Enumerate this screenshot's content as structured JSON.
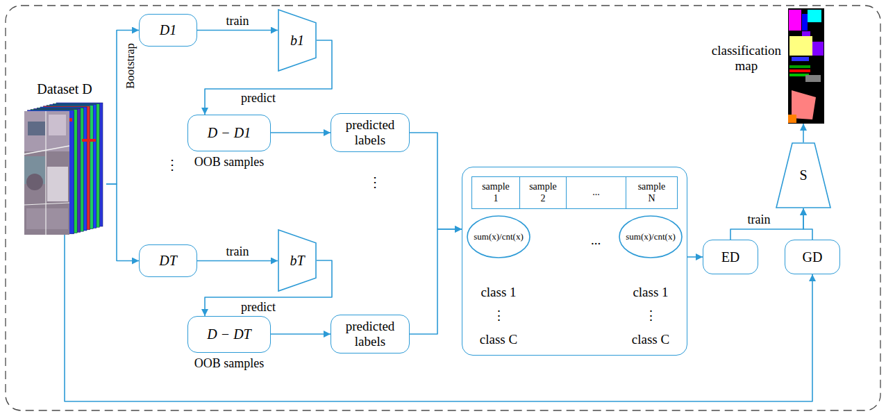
{
  "diagram": {
    "nodes": [
      {
        "text": [
          "Dataset D"
        ]
      },
      {
        "text": [
          "D1"
        ]
      },
      {
        "text": [
          "b1"
        ]
      },
      {
        "text": [
          "D − D1",
          "OOB samples"
        ]
      },
      {
        "text": [
          "predicted labels"
        ]
      },
      {
        "text": [
          "DT"
        ]
      },
      {
        "text": [
          "bT"
        ]
      },
      {
        "text": [
          "D − DT",
          "OOB samples"
        ]
      },
      {
        "text": [
          "predicted labels"
        ]
      },
      {
        "text": [
          "...",
          "class 1",
          "⋮",
          "class C",
          "class 1",
          "⋮",
          "class C"
        ]
      },
      {
        "text": [
          "sample 1"
        ],
        "in": 9
      },
      {
        "text": [
          "sample 2"
        ],
        "in": 9
      },
      {
        "text": [
          "..."
        ],
        "in": 9
      },
      {
        "text": [
          "sample N"
        ],
        "in": 9
      },
      {
        "text": [
          "sum(x)/cnt(x)"
        ],
        "in": 9
      },
      {
        "text": [
          "sum(x)/cnt(x)"
        ],
        "in": 9
      },
      {
        "text": [
          "ED"
        ]
      },
      {
        "text": [
          "GD"
        ]
      },
      {
        "text": [
          "S"
        ]
      },
      {
        "text": [
          "classification map"
        ]
      }
    ],
    "edges": [
      {
        "from": 0,
        "to": 1,
        "arrow": "to"
      },
      {
        "from": 0,
        "to": 5,
        "arrow": "to"
      },
      {
        "from": 1,
        "to": 2,
        "label": "train",
        "arrow": "to"
      },
      {
        "from": 2,
        "to": 3,
        "label": "predict",
        "arrow": "to"
      },
      {
        "from": 3,
        "to": 4,
        "arrow": "to"
      },
      {
        "from": 5,
        "to": 6,
        "label": "train",
        "arrow": "to"
      },
      {
        "from": 6,
        "to": 7,
        "label": "predict",
        "arrow": "to"
      },
      {
        "from": 7,
        "to": 8,
        "arrow": "to"
      },
      {
        "from": 4,
        "to": 9,
        "arrow": "to"
      },
      {
        "from": 8,
        "to": 9,
        "arrow": "to"
      },
      {
        "from": 9,
        "to": 16,
        "arrow": "to"
      },
      {
        "from": 0,
        "to": 17,
        "arrow": "to"
      },
      {
        "from": 16,
        "to": 18,
        "label": "train",
        "arrow": "to"
      },
      {
        "from": 17,
        "to": 18,
        "arrow": "to"
      },
      {
        "from": 18,
        "to": 19,
        "arrow": "to"
      }
    ],
    "labels": [
      "Bootstrap",
      "⋮",
      "⋮"
    ]
  }
}
